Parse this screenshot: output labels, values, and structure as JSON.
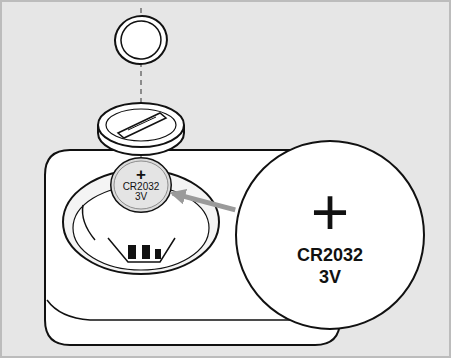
{
  "diagram": {
    "nodes": [
      {
        "text": [
          "+",
          "CR2032 3V"
        ]
      },
      {
        "text": [
          "+",
          "CR2032 3V"
        ]
      }
    ],
    "edges": [
      {
        "from": 1,
        "to": 0,
        "arrow": "to"
      }
    ]
  }
}
